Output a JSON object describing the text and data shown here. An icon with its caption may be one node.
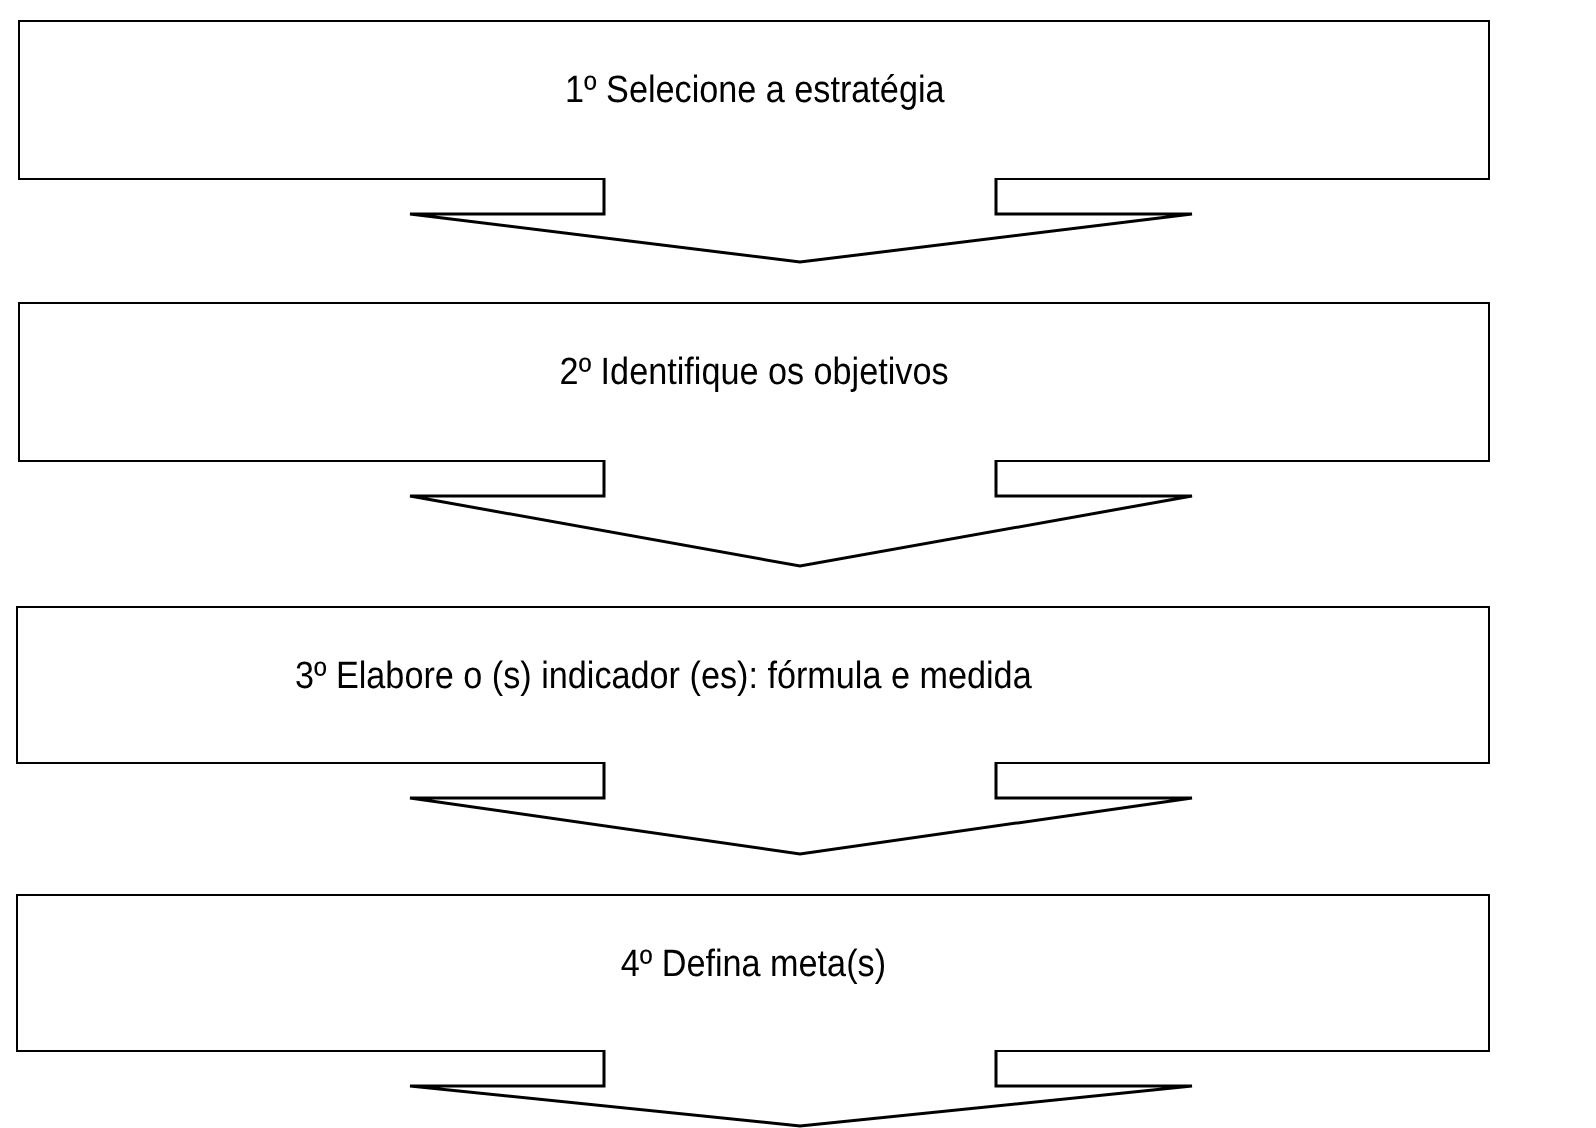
{
  "diagram": {
    "nodes": [
      {
        "text": [
          "1º Selecione a estratégia"
        ]
      },
      {
        "text": [
          "2º Identifique os objetivos"
        ]
      },
      {
        "text": [
          "3º Elabore o (s) indicador (es): fórmula e medida"
        ]
      },
      {
        "text": [
          "4º Defina meta(s)"
        ]
      }
    ],
    "edges": [
      {
        "from": 0,
        "to": 1,
        "arrow": "to"
      },
      {
        "from": 1,
        "to": 2,
        "arrow": "to"
      },
      {
        "from": 2,
        "to": 3,
        "arrow": "to"
      },
      {
        "from": 3,
        "to": null,
        "arrow": "to"
      }
    ]
  }
}
